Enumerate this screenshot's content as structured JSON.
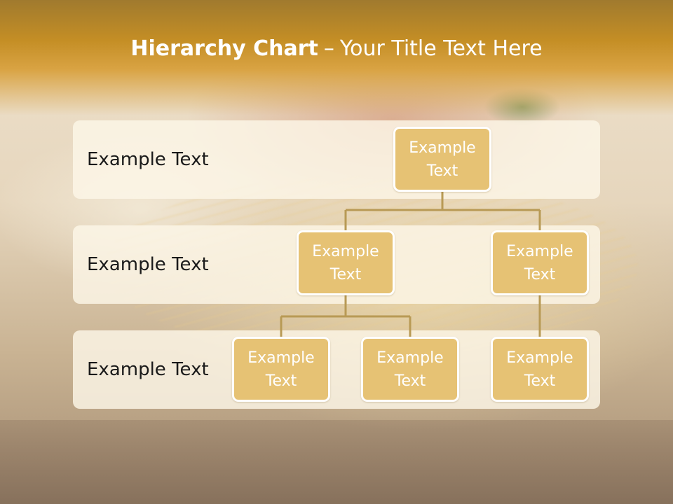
{
  "slide": {
    "title_bold": "Hierarchy Chart",
    "title_separator": "–",
    "title_rest": "Your Title Text Here"
  },
  "levels": [
    {
      "label": "Example Text"
    },
    {
      "label": "Example Text"
    },
    {
      "label": "Example Text"
    }
  ],
  "nodes": {
    "root": "Example Text",
    "l2_left": "Example Text",
    "l2_right": "Example Text",
    "l3_a": "Example Text",
    "l3_b": "Example Text",
    "l3_c": "Example Text"
  },
  "colors": {
    "header": "#c48e25",
    "node_fill": "#e6c274",
    "connector": "#b89a55",
    "band": "#fcf6e8"
  }
}
